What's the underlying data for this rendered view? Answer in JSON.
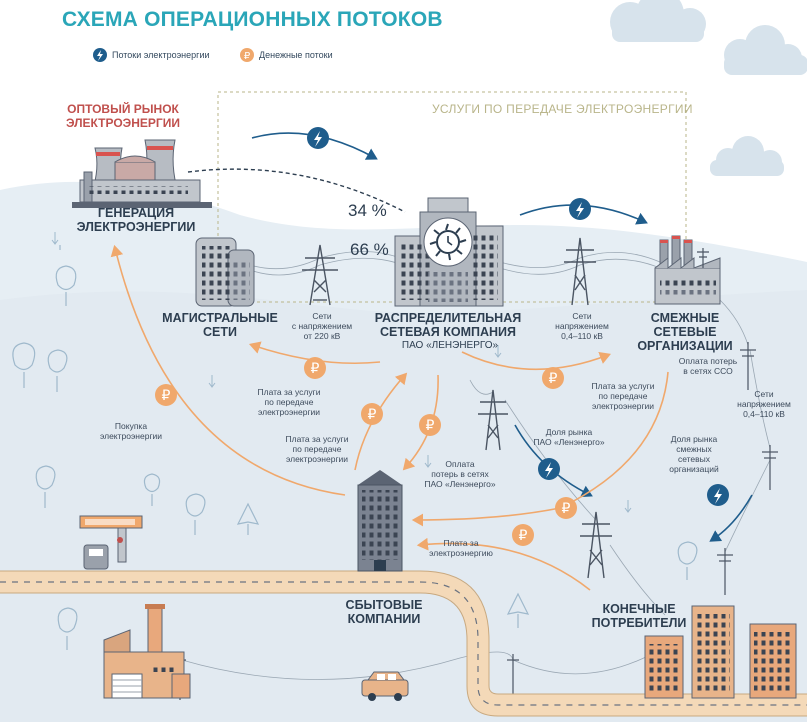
{
  "title": "СХЕМА ОПЕРАЦИОННЫХ ПОТОКОВ",
  "legend": {
    "energy_label": "Потоки электроэнергии",
    "money_label": "Денежные потоки",
    "energy_icon": "lightning-icon",
    "money_icon": "ruble-icon"
  },
  "colors": {
    "teal": "#2aa6b8",
    "dark_blue": "#1f5d8c",
    "orange": "#f0a86c",
    "hill": "#e6eef4",
    "building": "#5b6473",
    "red_heading": "#c0504d"
  },
  "wholesale": {
    "line1": "ОПТОВЫЙ РЫНОК",
    "line2": "ЭЛЕКТРОЭНЕРГИИ"
  },
  "services_box": {
    "label": "УСЛУГИ ПО ПЕРЕДАЧЕ ЭЛЕКТРОЭНЕРГИИ"
  },
  "generation": {
    "line1": "ГЕНЕРАЦИЯ",
    "line2": "ЭЛЕКТРОЭНЕРГИИ"
  },
  "main_grids": {
    "line1": "МАГИСТРАЛЬНЫЕ",
    "line2": "СЕТИ"
  },
  "grid_220": {
    "line1": "Сети",
    "line2": "с напряжением",
    "line3": "от 220 кВ"
  },
  "distribution": {
    "line1": "РАСПРЕДЕЛИТЕЛЬНАЯ",
    "line2": "СЕТЕВАЯ КОМПАНИЯ",
    "sub": "ПАО «ЛЕНЭНЕРГО»"
  },
  "grid_04_110": {
    "line1": "Сети",
    "line2": "напряжением",
    "line3": "0,4–110 кВ"
  },
  "adjacent": {
    "line1": "СМЕЖНЫЕ",
    "line2": "СЕТЕВЫЕ",
    "line3": "ОРГАНИЗАЦИИ"
  },
  "percent_34": "34 %",
  "percent_66": "66 %",
  "labels": {
    "loss_sso": {
      "line1": "Оплата потерь",
      "line2": "в сетях ССО"
    },
    "grid_04_right": {
      "line1": "Сети",
      "line2": "напряжением",
      "line3": "0,4–110 кВ"
    },
    "purchase": {
      "line1": "Покупка",
      "line2": "электроэнергии"
    },
    "pay_services_left": {
      "line1": "Плата за услуги",
      "line2": "по передаче",
      "line3": "электроэнергии"
    },
    "pay_services_mid": {
      "line1": "Плата за услуги",
      "line2": "по передаче",
      "line3": "электроэнергии"
    },
    "pay_services_right": {
      "line1": "Плата за услуги",
      "line2": "по передаче",
      "line3": "электроэнергии"
    },
    "share_lenenergo": {
      "line1": "Доля рынка",
      "line2": "ПАО «Ленэнерго»"
    },
    "share_adjacent": {
      "line1": "Доля рынка",
      "line2": "смежных",
      "line3": "сетевых",
      "line4": "организаций"
    },
    "loss_lenenergo": {
      "line1": "Оплата",
      "line2": "потерь в сетях",
      "line3": "ПАО «Ленэнерго»"
    },
    "pay_electricity": {
      "line1": "Плата за",
      "line2": "электроэнергию"
    }
  },
  "sales": {
    "line1": "СБЫТОВЫЕ",
    "line2": "КОМПАНИИ"
  },
  "consumers": {
    "line1": "КОНЕЧНЫЕ",
    "line2": "ПОТРЕБИТЕЛИ"
  },
  "ruble_symbol": "₽"
}
